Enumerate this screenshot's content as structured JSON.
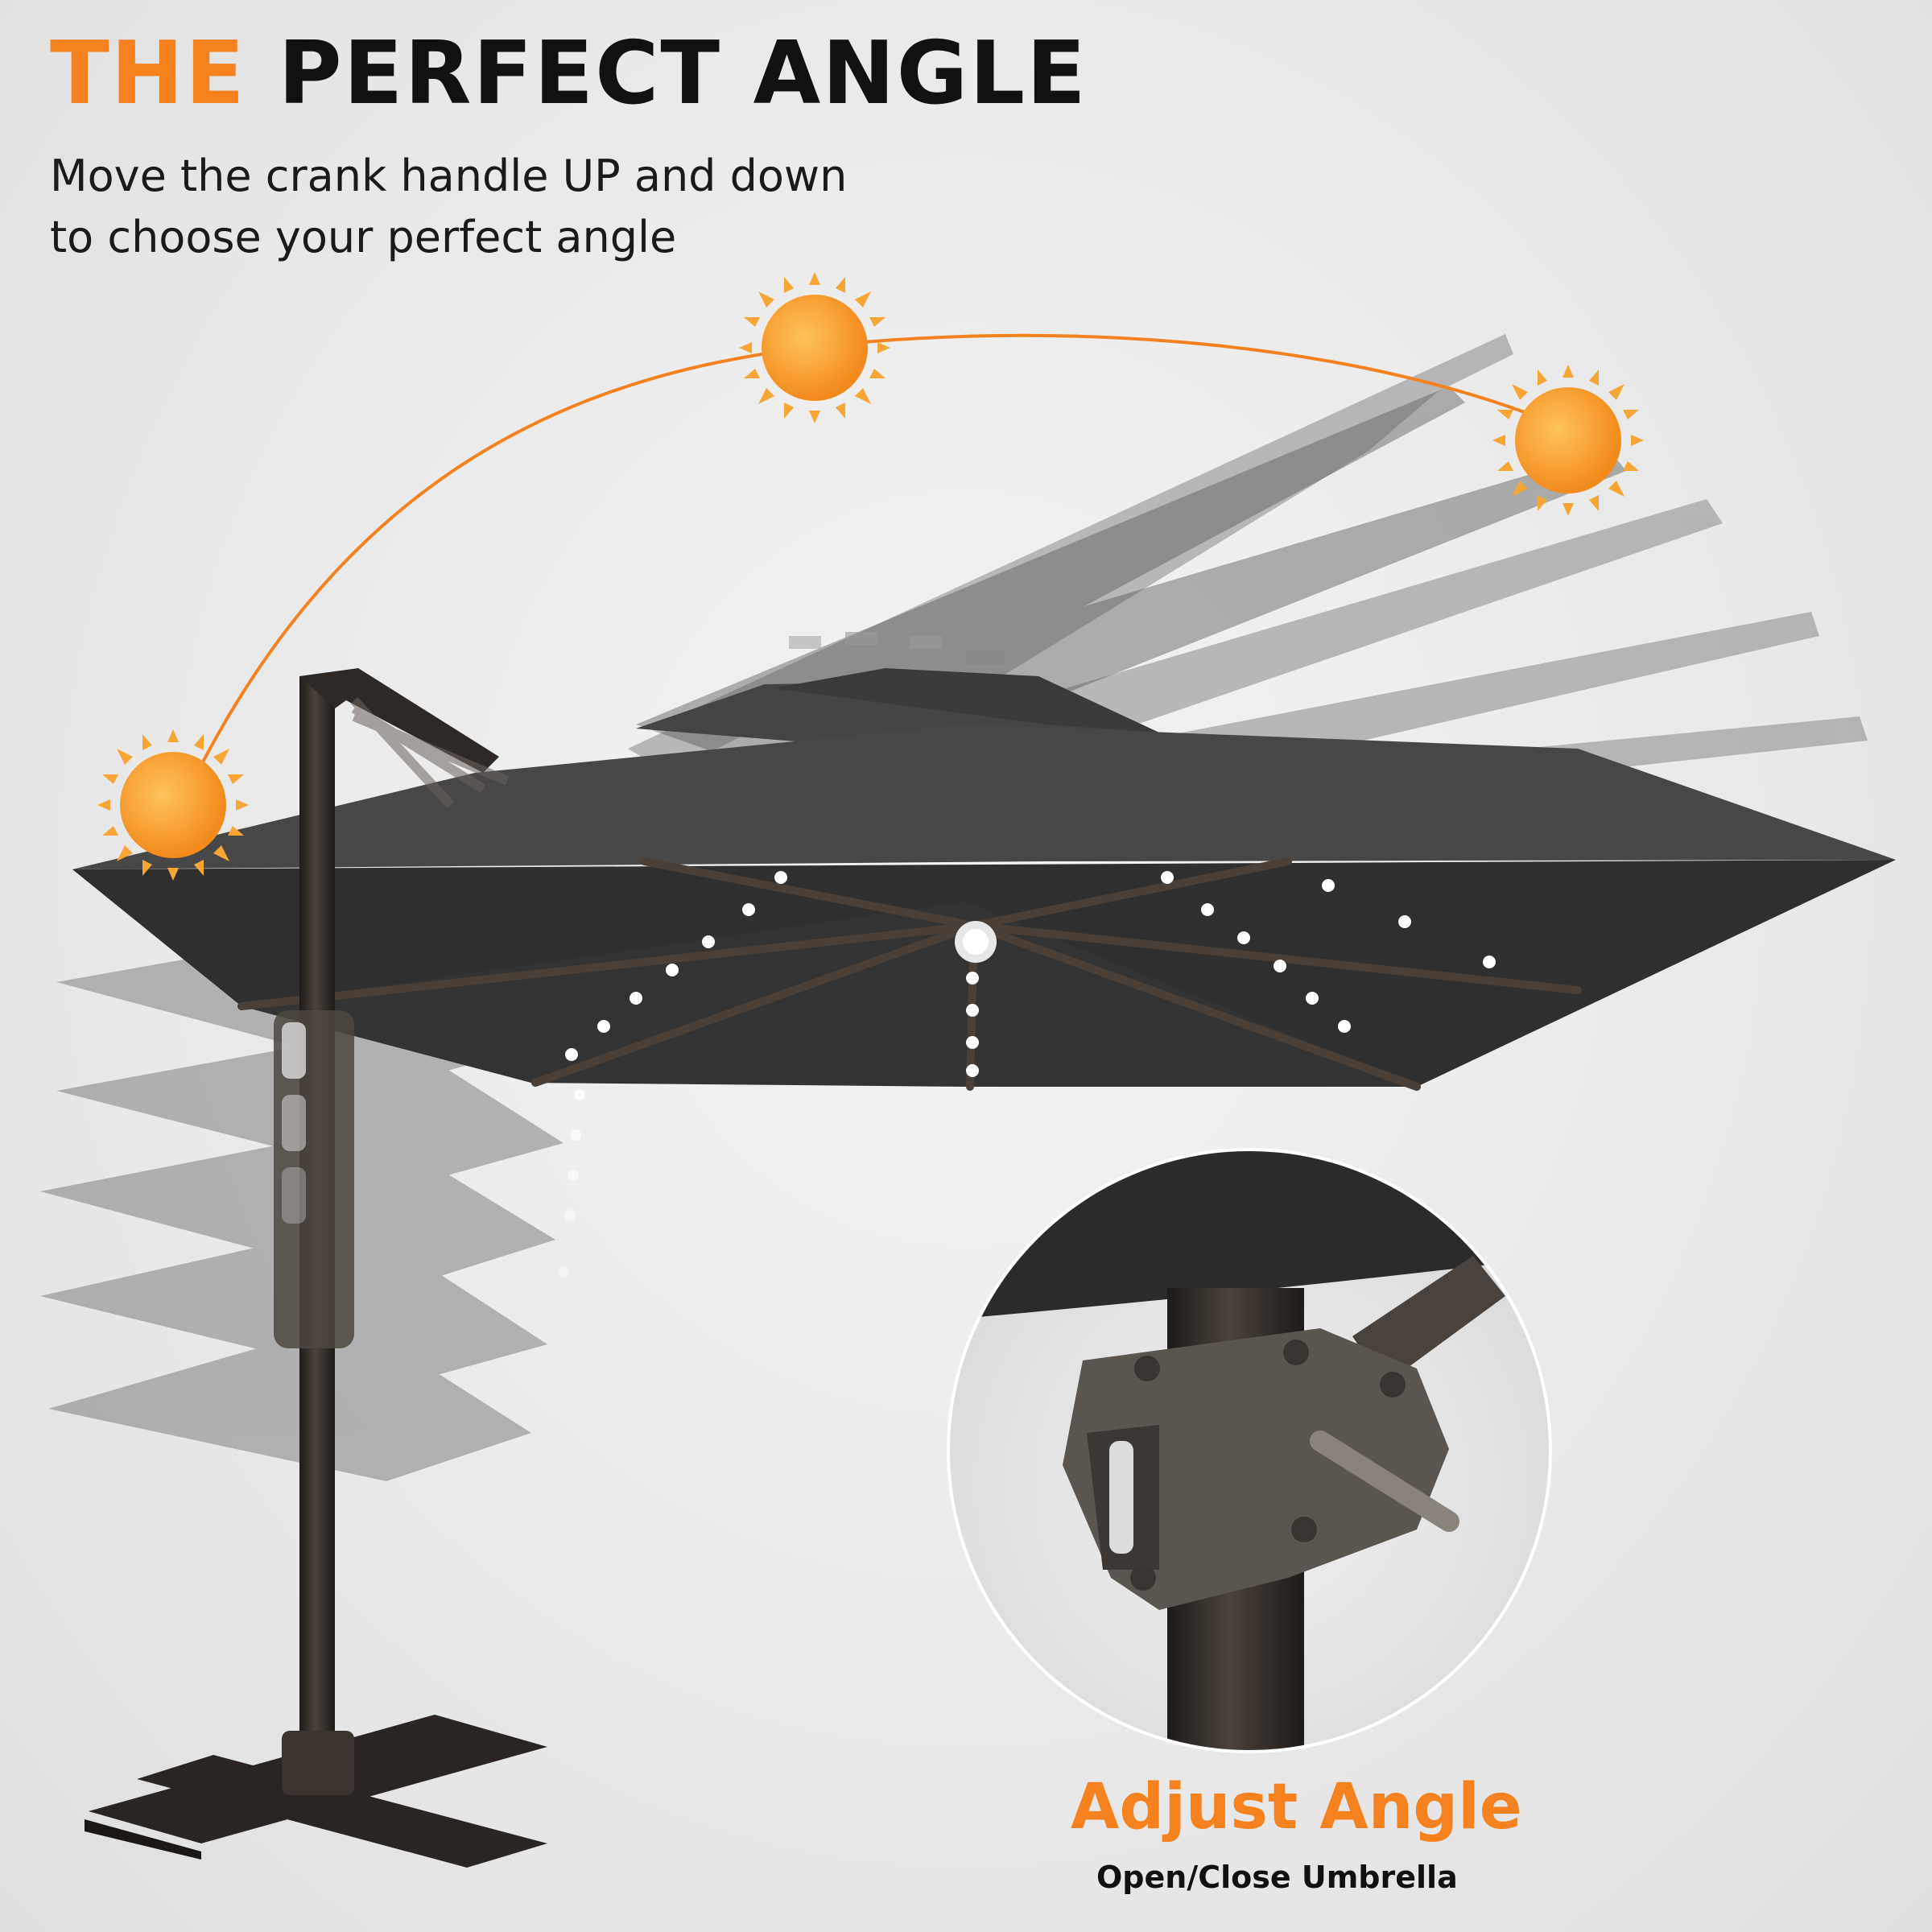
{
  "header": {
    "title_accent": "THE",
    "title_rest": "PERFECT ANGLE",
    "subtitle_line1": "Move the crank handle UP and down",
    "subtitle_line2": "to choose your perfect angle"
  },
  "caption": {
    "title": "Adjust Angle",
    "subtitle": "Open/Close Umbrella"
  },
  "colors": {
    "accent": "#f5821f",
    "sun": "#f7a535",
    "canopy": "#3a3a3a",
    "pole": "#2e2925"
  },
  "icons": [
    "sun-icon"
  ]
}
